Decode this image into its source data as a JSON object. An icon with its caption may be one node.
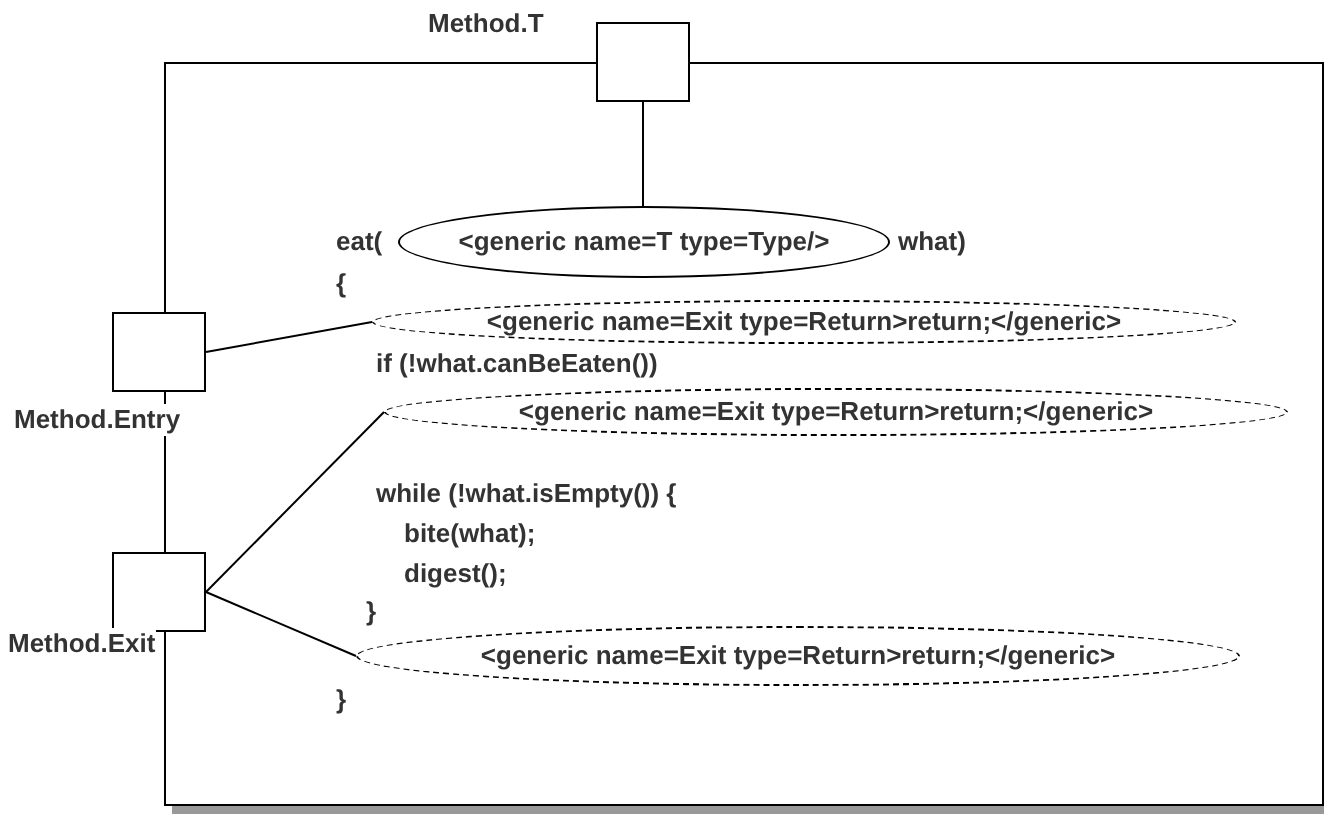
{
  "diagram": {
    "nodes": [
      {
        "text": [],
        "shape": "box"
      },
      {
        "text": [
          "Method.T"
        ]
      },
      {
        "text": [
          "Method.Entry"
        ]
      },
      {
        "text": [
          "Method.Exit"
        ]
      },
      {
        "text": [
          "<generic name=T type=Type/>"
        ],
        "in": 0
      },
      {
        "text": [
          "<generic name=Exit type=Return>return;</generic>"
        ],
        "in": 0
      },
      {
        "text": [
          "<generic name=Exit type=Return>return;</generic>"
        ],
        "in": 0
      },
      {
        "text": [
          "<generic name=Exit type=Return>return;</generic>"
        ],
        "in": 0
      }
    ],
    "edges": [
      {
        "from": 1,
        "to": 4,
        "arrow": "none"
      },
      {
        "from": 2,
        "to": 5,
        "arrow": "none"
      },
      {
        "from": 3,
        "to": 6,
        "arrow": "none"
      },
      {
        "from": 3,
        "to": 7,
        "arrow": "none"
      }
    ],
    "labels": [
      "eat(",
      "what)",
      "{",
      "if (!what.canBeEaten())",
      "while (!what.isEmpty()) {",
      "bite(what);",
      "digest();",
      "}",
      "}"
    ]
  }
}
